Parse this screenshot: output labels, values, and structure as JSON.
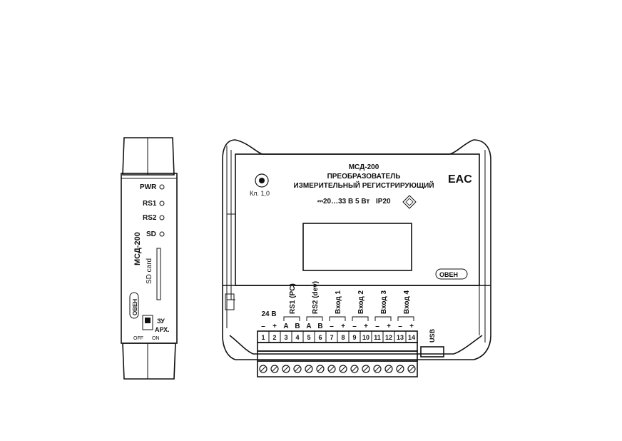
{
  "side_view": {
    "leds": [
      {
        "label": "PWR"
      },
      {
        "label": "RS1"
      },
      {
        "label": "RS2"
      },
      {
        "label": "SD"
      }
    ],
    "model": "МСД-200",
    "sd_slot_label": "SD card",
    "logo": "ОВЕН",
    "switch": {
      "line1": "ЗУ",
      "line2": "АРХ.",
      "off": "OFF",
      "on": "ON"
    }
  },
  "front_view": {
    "title_lines": [
      "МСД-200",
      "ПРЕОБРАЗОВАТЕЛЬ",
      "ИЗМЕРИТЕЛЬНЫЙ РЕГИСТРИРУЮЩИЙ"
    ],
    "power_spec": "⎓20…33 В  5 Вт",
    "ip": "IP20",
    "accuracy_class": "Кл. 1,0",
    "eac_mark": "EAC",
    "logo": "ОВЕН",
    "usb_label": "USB",
    "terminal_groups": [
      {
        "label": "24 В",
        "signs": [
          "–",
          "+"
        ]
      },
      {
        "label": "RS1 (PC)",
        "signs": [
          "A",
          "B"
        ]
      },
      {
        "label": "RS2 (dev)",
        "signs": [
          "A",
          "B"
        ]
      },
      {
        "label": "Вход 1",
        "signs": [
          "–",
          "+"
        ]
      },
      {
        "label": "Вход 2",
        "signs": [
          "–",
          "+"
        ]
      },
      {
        "label": "Вход 3",
        "signs": [
          "–",
          "+"
        ]
      },
      {
        "label": "Вход 4",
        "signs": [
          "–",
          "+"
        ]
      }
    ],
    "terminals": [
      "1",
      "2",
      "3",
      "4",
      "5",
      "6",
      "7",
      "8",
      "9",
      "10",
      "11",
      "12",
      "13",
      "14"
    ]
  }
}
